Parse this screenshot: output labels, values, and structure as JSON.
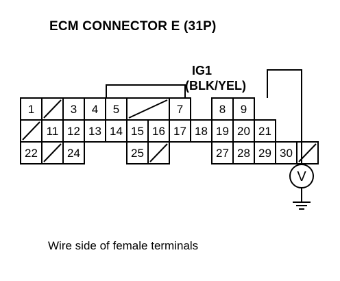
{
  "title": "ECM CONNECTOR E (31P)",
  "signal": {
    "name": "IG1",
    "wire_color": "(BLK/YEL)"
  },
  "caption": "Wire side of female terminals",
  "connector": {
    "rows": [
      [
        "1",
        "",
        "3",
        "4",
        "5",
        "",
        "7",
        null,
        "8",
        "9",
        null
      ],
      [
        "",
        "11",
        "12",
        "13",
        "14",
        "15",
        "16",
        "17",
        "18",
        "19",
        "20",
        "21"
      ],
      [
        "22",
        "",
        "24",
        null,
        "25",
        "",
        null,
        "27",
        "28",
        "29",
        "30",
        ""
      ]
    ]
  },
  "meter": {
    "symbol": "V",
    "icon": "voltmeter-icon"
  },
  "ground": {
    "icon": "ground-icon"
  }
}
